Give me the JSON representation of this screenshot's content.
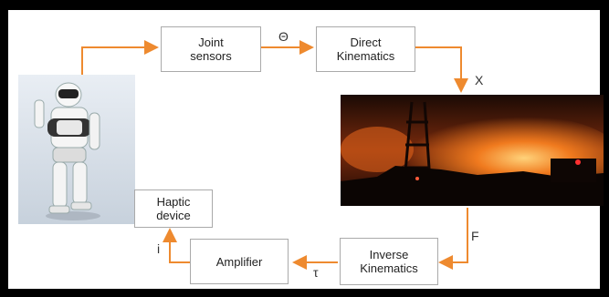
{
  "nodes": {
    "joint_sensors": "Joint\nsensors",
    "direct_kinematics": "Direct\nKinematics",
    "inverse_kinematics": "Inverse\nKinematics",
    "amplifier": "Amplifier",
    "haptic_device": "Haptic\ndevice"
  },
  "edge_labels": {
    "theta": "Θ",
    "x": "X",
    "f": "F",
    "tau": "τ",
    "i": "i"
  },
  "colors": {
    "arrow": "#ee8a2f",
    "box_border": "#aaaaaa"
  }
}
